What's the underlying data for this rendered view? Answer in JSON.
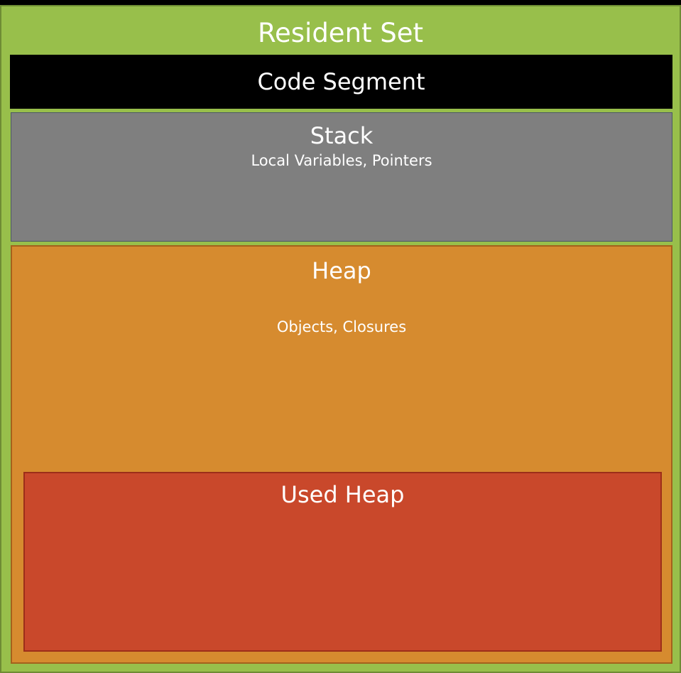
{
  "diagram": {
    "resident_set": {
      "label": "Resident Set",
      "color": "#98bf4b"
    },
    "code_segment": {
      "label": "Code Segment",
      "color": "#000000"
    },
    "stack": {
      "label": "Stack",
      "description": "Local Variables, Pointers",
      "color": "#7f7f7f"
    },
    "heap": {
      "label": "Heap",
      "description": "Objects, Closures",
      "color": "#d68b2f"
    },
    "used_heap": {
      "label": "Used Heap",
      "color": "#c9482b"
    }
  }
}
